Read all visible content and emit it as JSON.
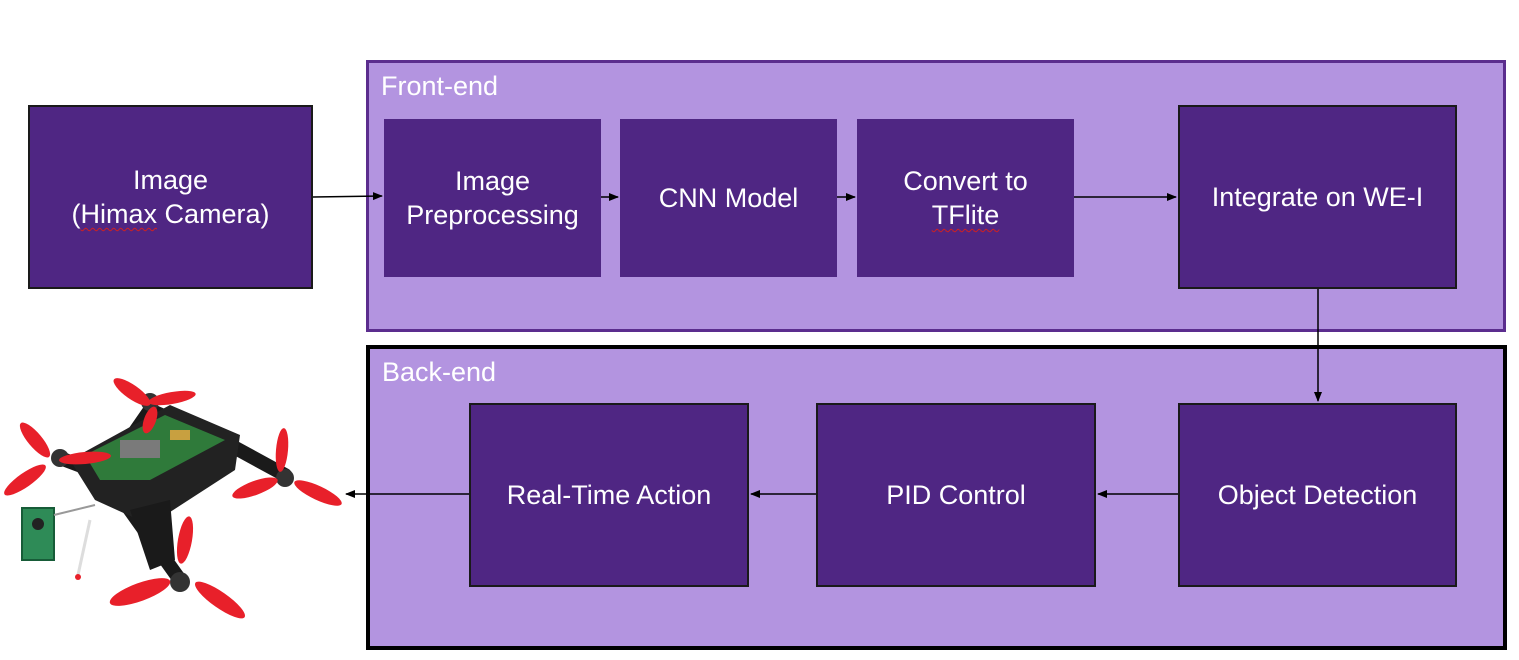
{
  "panels": {
    "front_end": "Front-end",
    "back_end": "Back-end"
  },
  "nodes": {
    "image": {
      "line1": "Image",
      "line2_prefix": "(",
      "line2_word": "Himax",
      "line2_suffix": " Camera)"
    },
    "preprocessing": {
      "line1": "Image",
      "line2": "Preprocessing"
    },
    "cnn": "CNN Model",
    "convert": {
      "line1": "Convert to",
      "line2": "TFlite"
    },
    "integrate": "Integrate on WE-I",
    "object_detection": "Object Detection",
    "pid": "PID Control",
    "realtime": "Real-Time Action"
  },
  "image": {
    "subject": "drone-with-camera-board",
    "prop_color": "#e8202a",
    "frame_color": "#1a1a1a",
    "board_color": "#2e7d32"
  },
  "colors": {
    "panel_fill": "#b394e0",
    "box_fill": "#4f2683",
    "arrow": "#000000"
  }
}
